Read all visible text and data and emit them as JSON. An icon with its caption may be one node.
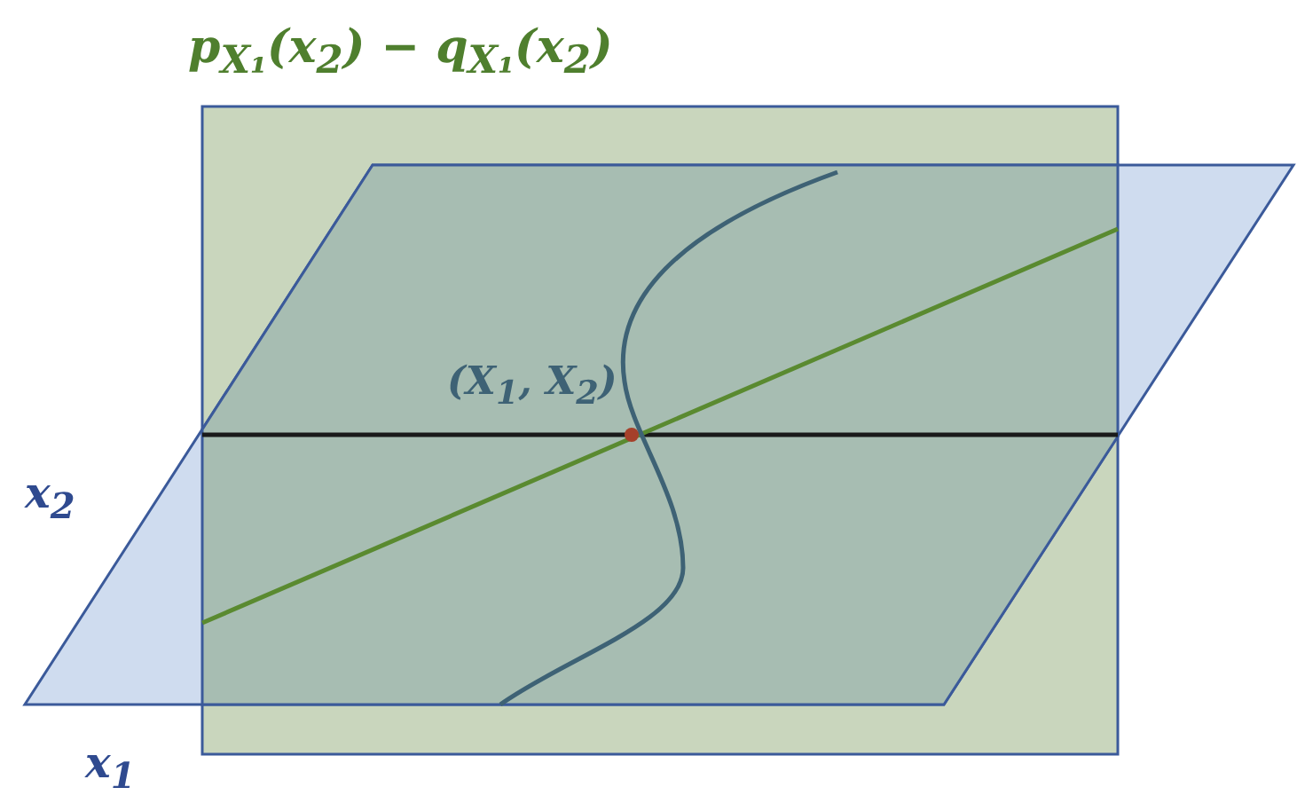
{
  "diagram": {
    "labels": [
      "p$_{X₁}$(x$_{2}$) − q$_{X₁}$(x$_{2}$)",
      "(X$_{1}$, X$_{2}$)",
      "x$_{2}$",
      "x$_{1}$"
    ]
  }
}
